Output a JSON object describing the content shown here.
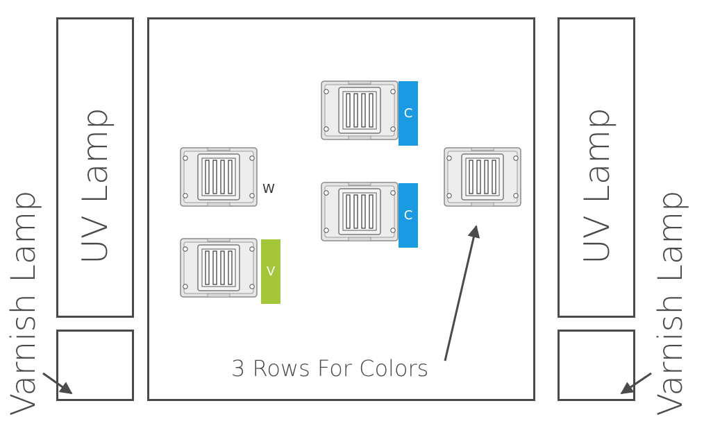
{
  "labels": {
    "uv_lamp_left": "UV Lamp",
    "uv_lamp_right": "UV Lamp",
    "varnish_lamp_left": "Varnish Lamp",
    "varnish_lamp_right": "Varnish Lamp",
    "caption": "3 Rows For Colors"
  },
  "heads": {
    "white": {
      "label": "W"
    },
    "varnish": {
      "label": "V",
      "color": "#a4c639"
    },
    "cyan_top": {
      "label": "C",
      "color": "#1a9ae0"
    },
    "cyan_bottom": {
      "label": "C",
      "color": "#1a9ae0"
    }
  },
  "colors": {
    "outline": "#4a4a4a",
    "head_body": "#e6e6e6",
    "cyan": "#1a9ae0",
    "varnish_green": "#a4c639"
  }
}
